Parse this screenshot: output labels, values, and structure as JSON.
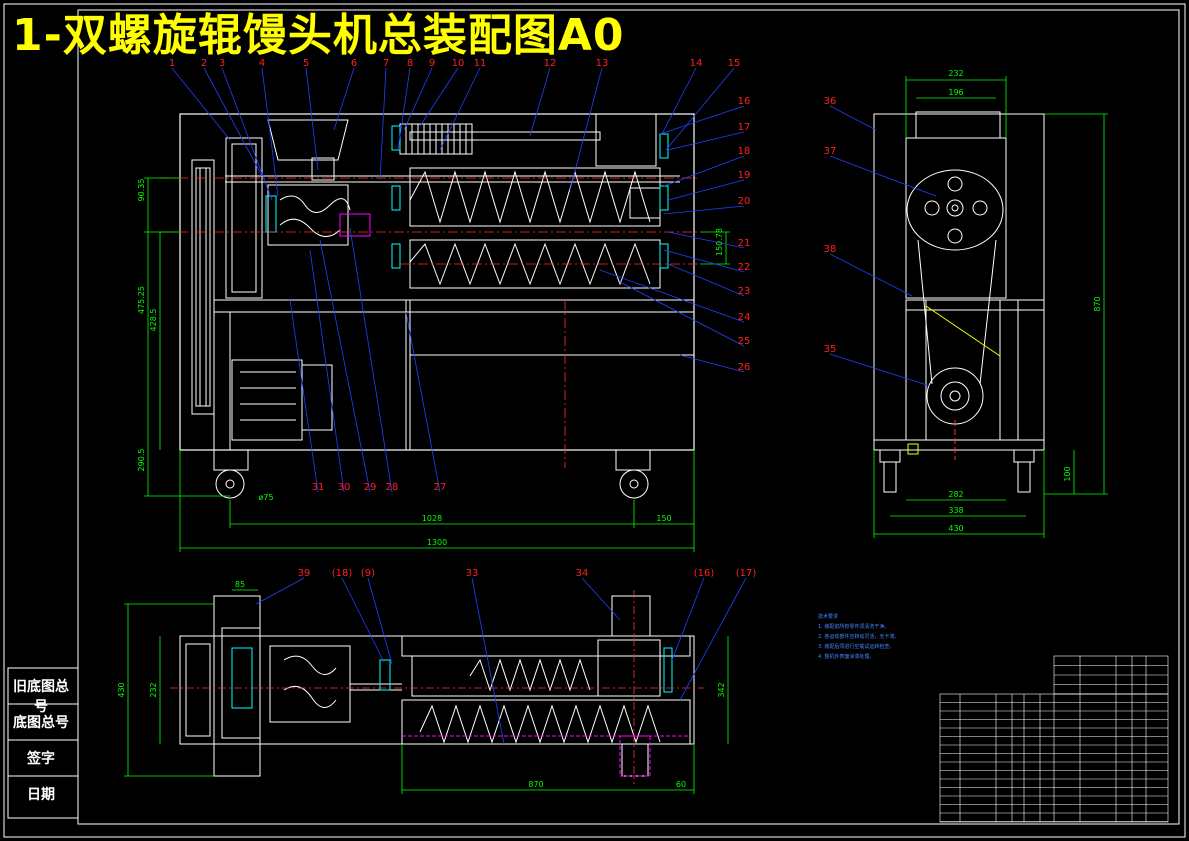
{
  "title": "1-双螺旋辊馒头机总装配图A0",
  "side_block": {
    "old_drawing_no": "旧底图总号",
    "drawing_no": "底图总号",
    "signature": "签字",
    "date": "日期"
  },
  "part_numbers_top": [
    "1",
    "2",
    "3",
    "4",
    "5",
    "6",
    "7",
    "8",
    "9",
    "10",
    "11",
    "12",
    "13",
    "14",
    "15"
  ],
  "part_numbers_right": [
    "16",
    "17",
    "18",
    "19",
    "20",
    "21",
    "22",
    "23",
    "24",
    "25",
    "26"
  ],
  "part_numbers_bottom": [
    "31",
    "30",
    "29",
    "28",
    "27"
  ],
  "part_numbers_side": [
    "36",
    "37",
    "38",
    "35"
  ],
  "part_numbers_plan": [
    "39",
    "(18)",
    "(9)",
    "33",
    "34",
    "(16)",
    "(17)"
  ],
  "dims_front": {
    "d1": "1028",
    "d2": "150",
    "d3": "1300",
    "wheel": "ø75",
    "h1": "475.25",
    "h2": "428.5",
    "h3": "290.5",
    "v1": "90.35",
    "v2": "150.78"
  },
  "dims_side": {
    "w1": "232",
    "w2": "196",
    "w3": "282",
    "w4": "338",
    "w5": "430",
    "h1": "870",
    "h2": "100"
  },
  "dims_plan": {
    "w1": "85",
    "h1": "430",
    "h2": "232",
    "h3": "342",
    "w2": "870",
    "w3": "60"
  },
  "notes": [
    "技术要求",
    "1. 装配前所有零件须清洗干净。",
    "2. 各运动部件应转动灵活，无卡滞。",
    "3. 装配后须进行空载试运转检查。",
    "4. 整机外表面涂漆处理。"
  ],
  "colors": {
    "bg": "#000000",
    "frame": "#ffffff",
    "dim": "#00ff00",
    "leader": "#0000ff",
    "label": "#ff2020",
    "title": "#ffff00",
    "center": "#ff3030",
    "cyan": "#00ffff",
    "magenta": "#ff00ff"
  }
}
